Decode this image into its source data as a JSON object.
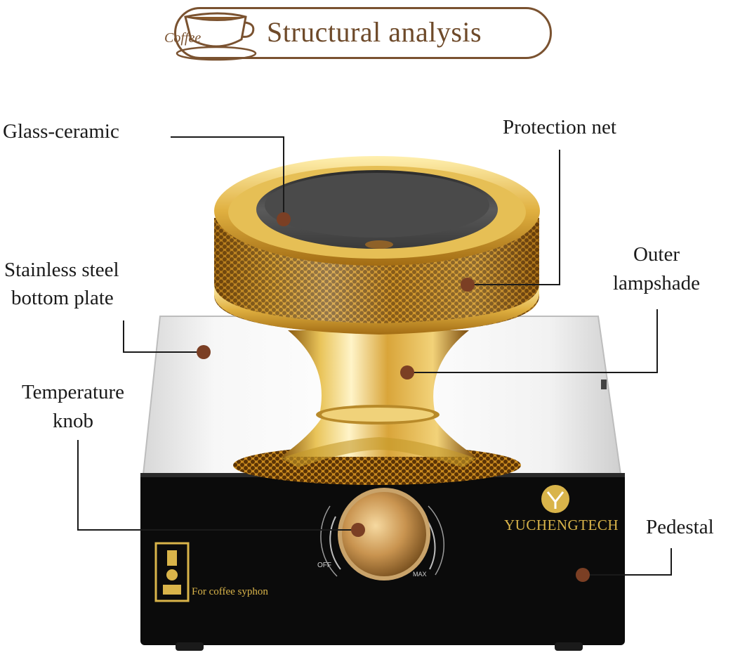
{
  "header": {
    "title": "Structural analysis",
    "logo_word": "Coffee"
  },
  "labels": {
    "glass_ceramic": "Glass-ceramic",
    "protection_net": "Protection net",
    "stainless_line1": "Stainless steel",
    "stainless_line2": "bottom plate",
    "outer_line1": "Outer",
    "outer_line2": "lampshade",
    "temp_line1": "Temperature",
    "temp_line2": "knob",
    "pedestal": "Pedestal"
  },
  "product": {
    "brand": "YUCHENGTECH",
    "syphon_text": "For coffee syphon",
    "knob_off": "OFF",
    "knob_max": "MAX"
  },
  "colors": {
    "marker": "#7b3f24",
    "header_brown": "#6e4a2a",
    "gold": "#d9b44a",
    "pedestal_black": "#0b0b0b"
  }
}
